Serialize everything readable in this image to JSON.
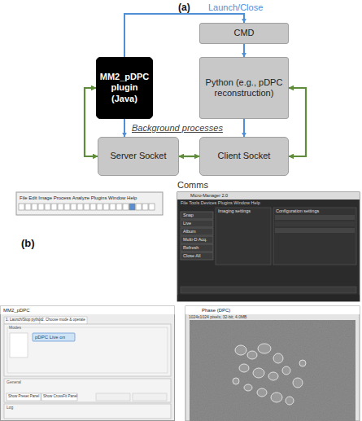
{
  "diagram": {
    "nodes": [
      {
        "text": [
          "CMD"
        ]
      },
      {
        "text": [
          "MM2_pDPC plugin (Java)"
        ]
      },
      {
        "text": [
          "Python (e.g., pDPC reconstruction)"
        ]
      },
      {
        "text": [
          "Server Socket"
        ]
      },
      {
        "text": [
          "Client Socket"
        ]
      }
    ],
    "edges": [
      {
        "from": 1,
        "to": 0,
        "label": "Launch/Close",
        "arrow": "to"
      },
      {
        "from": 1,
        "to": 3,
        "arrow": "to"
      },
      {
        "from": 0,
        "to": 2,
        "arrow": "to"
      },
      {
        "from": 2,
        "to": 4,
        "arrow": "to"
      },
      {
        "from": 3,
        "to": 4,
        "label": "Comms",
        "arrow": "both"
      },
      {
        "from": 3,
        "to": 1,
        "arrow": "both"
      },
      {
        "from": 4,
        "to": 2,
        "arrow": "both"
      }
    ],
    "labels": [
      "(a)",
      "Background processes",
      "(b)",
      "File Edit Image Process Analyze Plugins Window Help",
      "Micro-Manager 2.0",
      "File Tools Devices Plugins Window Help",
      "Snap",
      "Live",
      "Album",
      "Multi-D Acq.",
      "Refresh",
      "Close All",
      "Imaging settings",
      "Configuration settings",
      "MM2_pDPC",
      "1. Launch/Stop python",
      "2. Choose mode & operate",
      "Modes",
      "pDPC Live on",
      "General",
      "Show Preset Panel",
      "Show CrossFit Panel",
      "Log",
      "Phase (DPC)",
      "1024x1024 pixels; 32-bit; 4.0MB"
    ]
  }
}
